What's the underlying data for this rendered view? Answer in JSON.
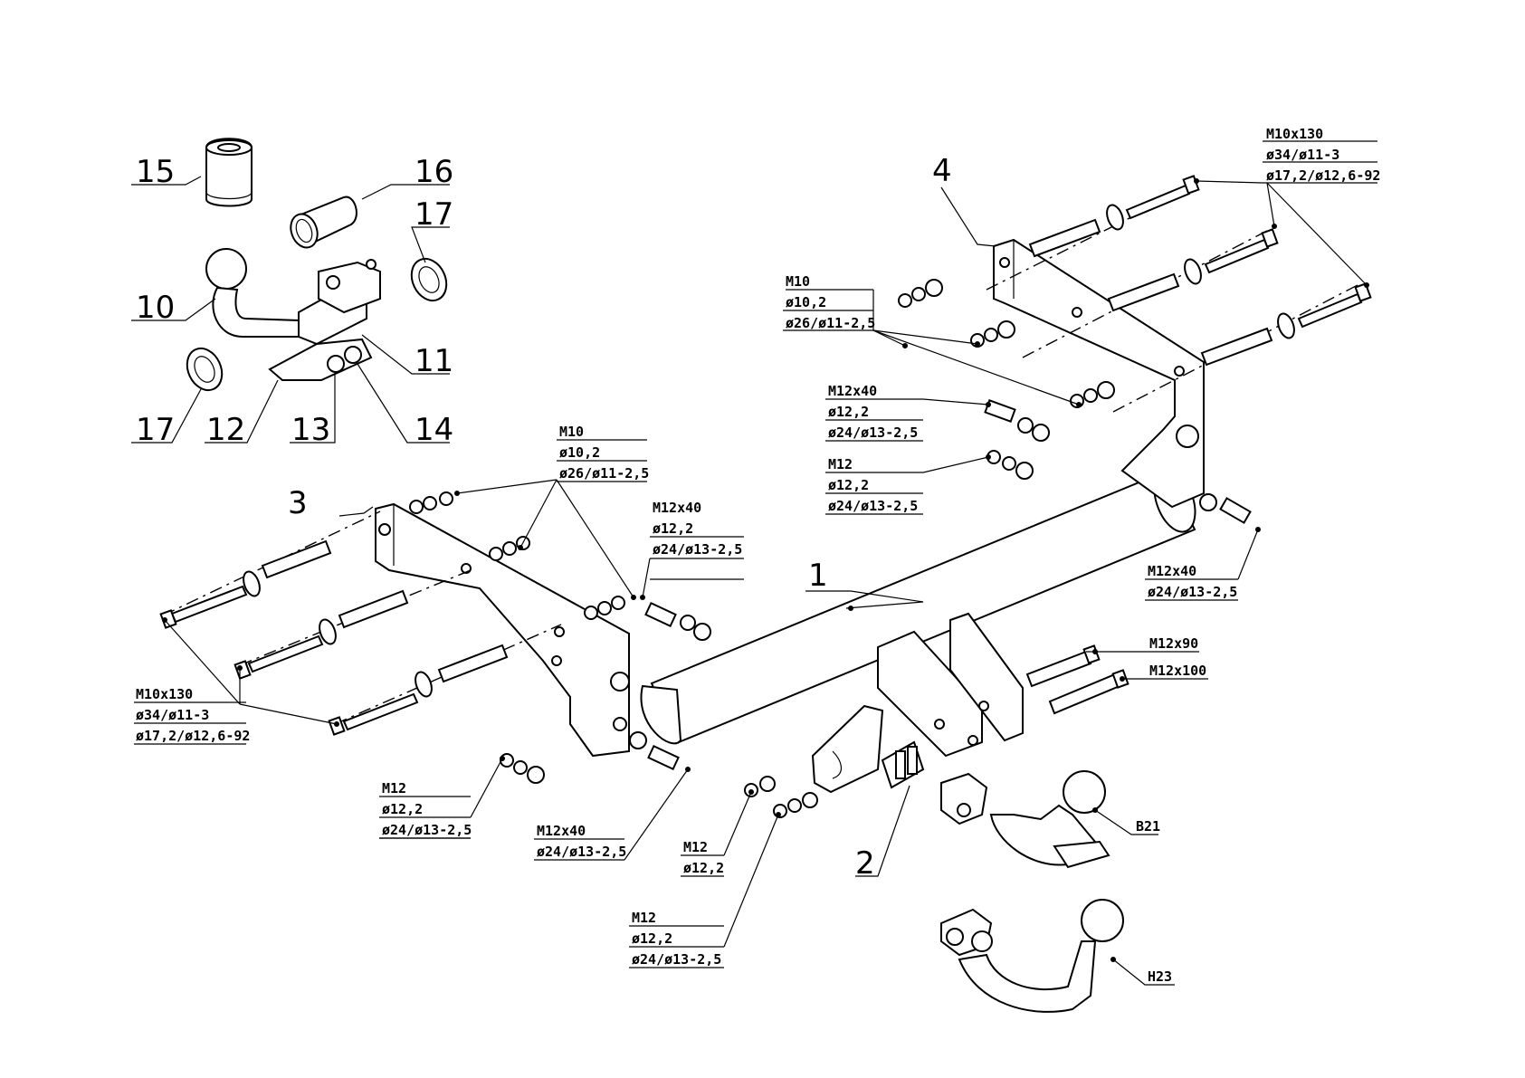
{
  "callouts": {
    "c15": "15",
    "c16": "16",
    "c17a": "17",
    "c10": "10",
    "c11": "11",
    "c17b": "17",
    "c12": "12",
    "c13": "13",
    "c14": "14",
    "c3": "3",
    "c4": "4",
    "c1": "1",
    "c2": "2"
  },
  "labels": {
    "top_right_bolt": [
      "M10x130",
      "ø34/ø11-3",
      "ø17,2/ø12,6-92"
    ],
    "right_m10": [
      "M10",
      "ø10,2",
      "ø26/ø11-2,5"
    ],
    "right_m12x40": [
      "M12x40",
      "ø12,2",
      "ø24/ø13-2,5"
    ],
    "right_m12": [
      "M12",
      "ø12,2",
      "ø24/ø13-2,5"
    ],
    "right_m12x40_b": [
      "M12x40",
      "ø24/ø13-2,5"
    ],
    "left_m10": [
      "M10",
      "ø10,2",
      "ø26/ø11-2,5"
    ],
    "center_m12x40": [
      "M12x40",
      "ø12,2",
      "ø24/ø13-2,5"
    ],
    "left_bolt": [
      "M10x130",
      "ø34/ø11-3",
      "ø17,2/ø12,6-92"
    ],
    "m12x90": [
      "M12x90"
    ],
    "m12x100": [
      "M12x100"
    ],
    "bottom_m12": [
      "M12",
      "ø12,2",
      "ø24/ø13-2,5"
    ],
    "bottom_m12x40": [
      "M12x40",
      "ø24/ø13-2,5"
    ],
    "plate_m12": [
      "M12",
      "ø12,2"
    ],
    "plate_m12_b": [
      "M12",
      "ø12,2",
      "ø24/ø13-2,5"
    ],
    "b21": [
      "B21"
    ],
    "h23": [
      "H23"
    ]
  }
}
